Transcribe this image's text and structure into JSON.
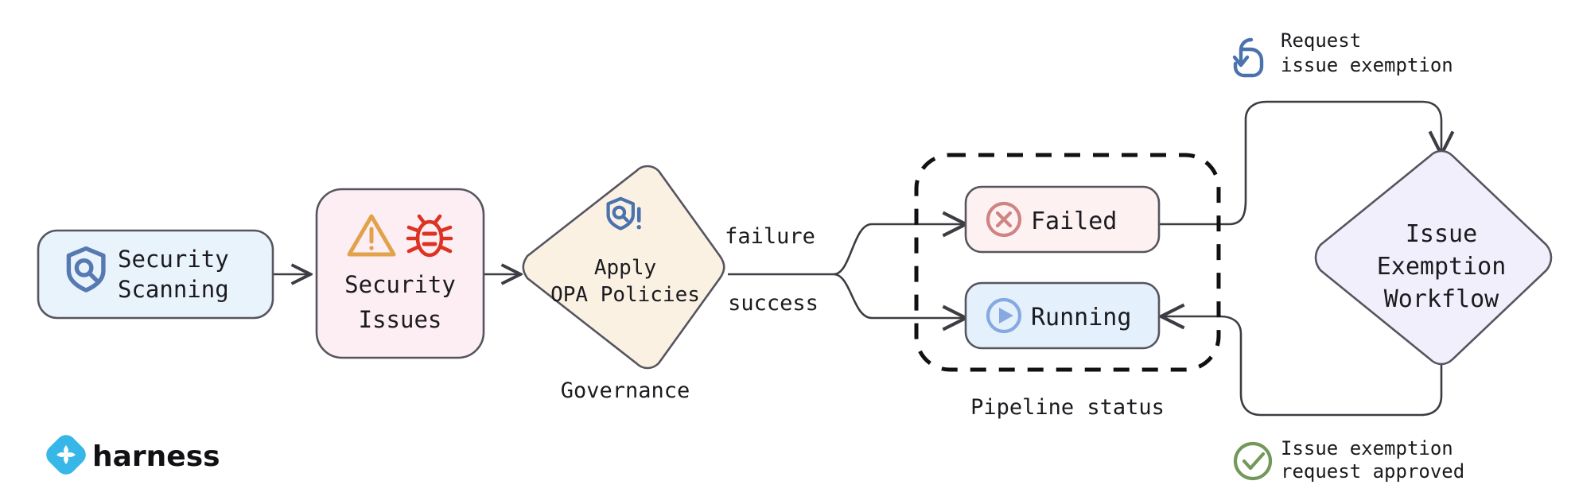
{
  "diagram": {
    "title": "Harness security scanning governance and issue exemption workflow",
    "background": "#ffffff"
  },
  "nodes": {
    "security_scanning": {
      "label_line1": "Security",
      "label_line2": "Scanning",
      "icon": "shield-search-icon",
      "fill": "#e9f3fc",
      "stroke": "#55555f",
      "icon_color": "#5579b0"
    },
    "security_issues": {
      "label_line1": "Security",
      "label_line2": "Issues",
      "icon_warning": "warning-triangle-icon",
      "icon_bug": "bug-icon",
      "fill": "#fdeef4",
      "stroke": "#55555f",
      "warning_color": "#e0a24a",
      "bug_color": "#dc3322"
    },
    "apply_opa_policies": {
      "label_line1": "Apply",
      "label_line2": "OPA Policies",
      "icon": "shield-alert-icon",
      "fill": "#fbf1e3",
      "stroke": "#55555f",
      "icon_color": "#4a72ad",
      "caption": "Governance"
    },
    "failed": {
      "label": "Failed",
      "icon": "circle-x-icon",
      "fill": "#fdf1f1",
      "stroke": "#55555f",
      "icon_color": "#cf8484"
    },
    "running": {
      "label": "Running",
      "icon": "circle-play-icon",
      "fill": "#e4f0fc",
      "stroke": "#55555f",
      "icon_color": "#85a9e0"
    },
    "pipeline_status_group": {
      "caption": "Pipeline status",
      "stroke": "#111114"
    },
    "issue_exemption_workflow": {
      "label_line1": "Issue",
      "label_line2": "Exemption",
      "label_line3": "Workflow",
      "fill": "#f1effb",
      "stroke": "#55555f"
    }
  },
  "edges": {
    "scanning_to_issues": {
      "label": ""
    },
    "issues_to_opa": {
      "label": ""
    },
    "opa_to_failed": {
      "label": "failure"
    },
    "opa_to_running": {
      "label": "success"
    },
    "failed_to_workflow": {
      "label": ""
    },
    "workflow_to_running": {
      "label": ""
    }
  },
  "annotations": {
    "request_exemption": {
      "line1": "Request",
      "line2": "issue exemption",
      "icon": "click-hand-icon",
      "icon_color": "#4a72ad"
    },
    "request_approved": {
      "line1": "Issue exemption",
      "line2": "request approved",
      "icon": "circle-check-icon",
      "icon_color": "#73985a"
    }
  },
  "branding": {
    "name": "harness",
    "mark": "harness-logo-icon",
    "mark_color": "#36b7e7",
    "text_color": "#111114"
  }
}
